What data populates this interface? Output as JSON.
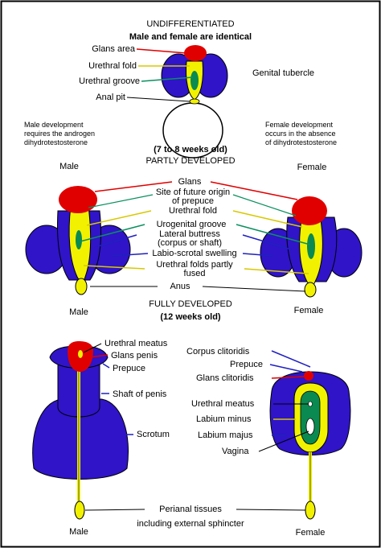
{
  "headings": {
    "undifferentiated": "UNDIFFERENTIATED",
    "identical": "Male and female are identical",
    "age_7_8": "(7 to 8 weeks old)",
    "partly_developed": "PARTLY DEVELOPED",
    "fully_developed": "FULLY DEVELOPED",
    "age_12": "(12 weeks old)"
  },
  "notes": {
    "male_dev": [
      "Male development",
      "requires the androgen",
      "dihydrotestosterone"
    ],
    "female_dev": [
      "Female development",
      "occurs in the absence",
      "of dihydrotestosterone"
    ]
  },
  "sex_labels": {
    "male_partly": "Male",
    "female_partly": "Female",
    "male_full": "Male",
    "female_full": "Female",
    "male_bottom": "Male",
    "female_bottom": "Female"
  },
  "undiff_labels": {
    "glans_area": "Glans area",
    "urethral_fold": "Urethral fold",
    "urethral_groove": "Urethral groove",
    "anal_pit": "Anal pit",
    "genital_tubercle": "Genital tubercle"
  },
  "partly_labels": {
    "glans": "Glans",
    "prepuce_origin": [
      "Site of future origin",
      "of prepuce"
    ],
    "urethral_fold": "Urethral fold",
    "urogenital_groove": "Urogenital groove",
    "lateral_buttress": [
      "Lateral buttress",
      "(corpus or shaft)"
    ],
    "labioscrotal": "Labio-scrotal swelling",
    "folds_fused": [
      "Urethral folds partly",
      "fused"
    ],
    "anus": "Anus"
  },
  "full_male_labels": {
    "urethral_meatus": "Urethral meatus",
    "glans_penis": "Glans penis",
    "prepuce": "Prepuce",
    "shaft": "Shaft of penis",
    "scrotum": "Scrotum"
  },
  "full_female_labels": {
    "corpus_clitoridis": "Corpus clitoridis",
    "prepuce": "Prepuce",
    "glans_clitoridis": "Glans clitoridis",
    "urethral_meatus": "Urethral meatus",
    "labium_minus": "Labium minus",
    "labium_majus": "Labium majus",
    "vagina": "Vagina"
  },
  "perianal": [
    "Perianal tissues",
    "including external sphincter"
  ],
  "colors": {
    "blue": "#2f14c8",
    "red": "#e00000",
    "yellow": "#f2f200",
    "green": "#0a8a50",
    "leader_red": "#e00000",
    "leader_green": "#0a9060",
    "leader_blue": "#2020c0",
    "leader_yellow": "#d8c800",
    "leader_black": "#000000"
  }
}
